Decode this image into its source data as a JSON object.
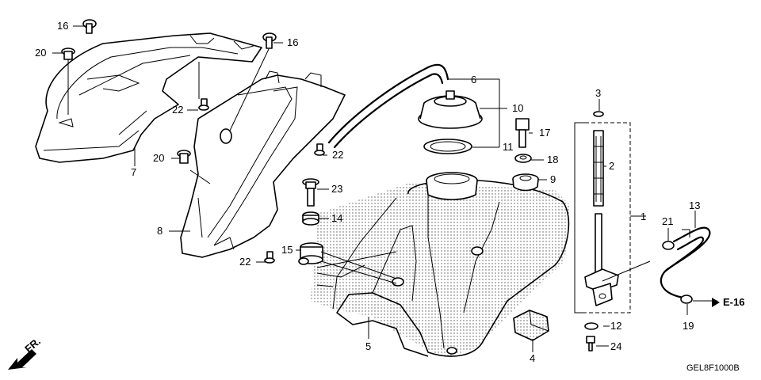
{
  "diagram": {
    "code": "GEL8F1000B",
    "front_marker": "FR.",
    "ref_marker": "E-16",
    "callouts": [
      {
        "id": "c1",
        "text": "1"
      },
      {
        "id": "c2",
        "text": "2"
      },
      {
        "id": "c3",
        "text": "3"
      },
      {
        "id": "c4",
        "text": "4"
      },
      {
        "id": "c5",
        "text": "5"
      },
      {
        "id": "c6",
        "text": "6"
      },
      {
        "id": "c7",
        "text": "7"
      },
      {
        "id": "c8",
        "text": "8"
      },
      {
        "id": "c9",
        "text": "9"
      },
      {
        "id": "c10",
        "text": "10"
      },
      {
        "id": "c11",
        "text": "11"
      },
      {
        "id": "c12",
        "text": "12"
      },
      {
        "id": "c13",
        "text": "13"
      },
      {
        "id": "c14",
        "text": "14"
      },
      {
        "id": "c15",
        "text": "15"
      },
      {
        "id": "c16a",
        "text": "16"
      },
      {
        "id": "c16b",
        "text": "16"
      },
      {
        "id": "c17",
        "text": "17"
      },
      {
        "id": "c18",
        "text": "18"
      },
      {
        "id": "c19",
        "text": "19"
      },
      {
        "id": "c20a",
        "text": "20"
      },
      {
        "id": "c20b",
        "text": "20"
      },
      {
        "id": "c21",
        "text": "21"
      },
      {
        "id": "c22a",
        "text": "22"
      },
      {
        "id": "c22b",
        "text": "22"
      },
      {
        "id": "c22c",
        "text": "22"
      },
      {
        "id": "c23",
        "text": "23"
      },
      {
        "id": "c24",
        "text": "24"
      }
    ]
  }
}
